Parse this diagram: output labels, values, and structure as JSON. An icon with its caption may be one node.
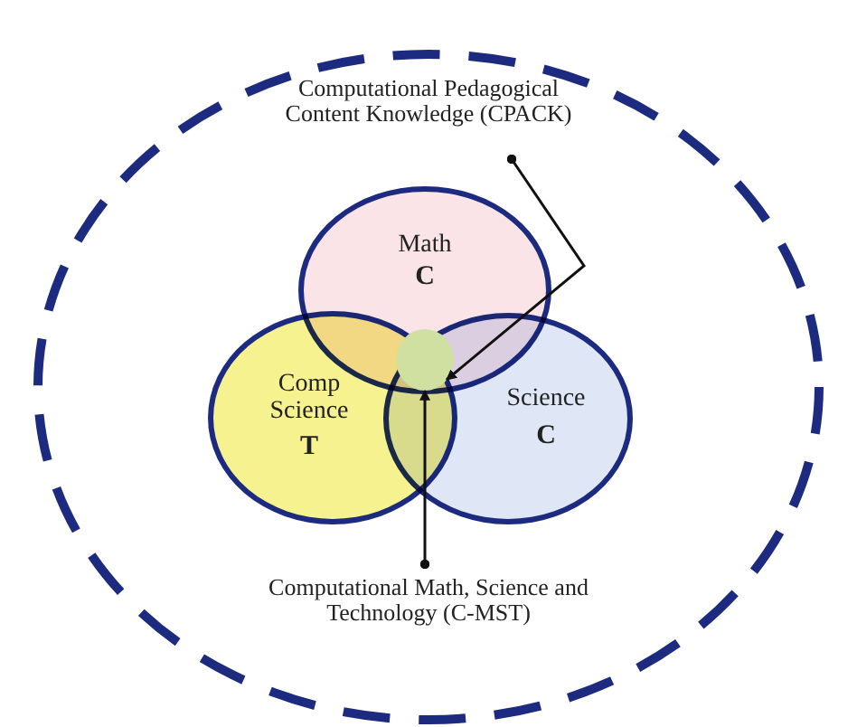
{
  "diagram": {
    "nodes": [
      {
        "text": [
          "Computational Pedagogical Content Knowledge (CPACK)"
        ]
      },
      {
        "text": [
          "Math",
          "C"
        ]
      },
      {
        "text": [
          "Comp Science",
          "T"
        ]
      },
      {
        "text": [
          "Science",
          "C"
        ]
      },
      {
        "text": [
          "Computational Math, Science and Technology (C-MST)"
        ]
      },
      {
        "text": [],
        "shape": "circle"
      }
    ],
    "edges": [
      {
        "from": 0,
        "to": 5,
        "arrow": "to"
      },
      {
        "from": 4,
        "to": 5,
        "arrow": "to"
      }
    ]
  }
}
